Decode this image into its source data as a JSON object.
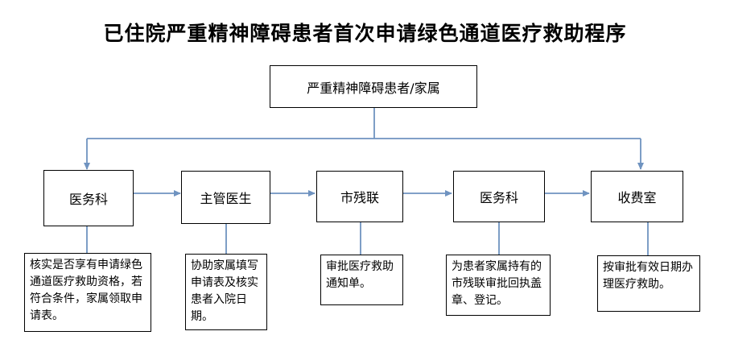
{
  "title": "已住院严重精神障碍患者首次申请绿色通道医疗救助程序",
  "top_box": "严重精神障碍患者/家属",
  "steps": [
    {
      "label": "医务科",
      "note": "核实是否享有申请绿色通道医疗救助资格，若符合条件，家属领取申请表。"
    },
    {
      "label": "主管医生",
      "note": "协助家属填写申请表及核实患者入院日期。"
    },
    {
      "label": "市残联",
      "note": "审批医疗救助通知单。"
    },
    {
      "label": "医务科",
      "note": "为患者家属持有的市残联审批回执盖章、登记。"
    },
    {
      "label": "收费室",
      "note": "按审批有效日期办理医疗救助。"
    }
  ],
  "colors": {
    "connector": "#6f93c0",
    "border": "#000000"
  }
}
